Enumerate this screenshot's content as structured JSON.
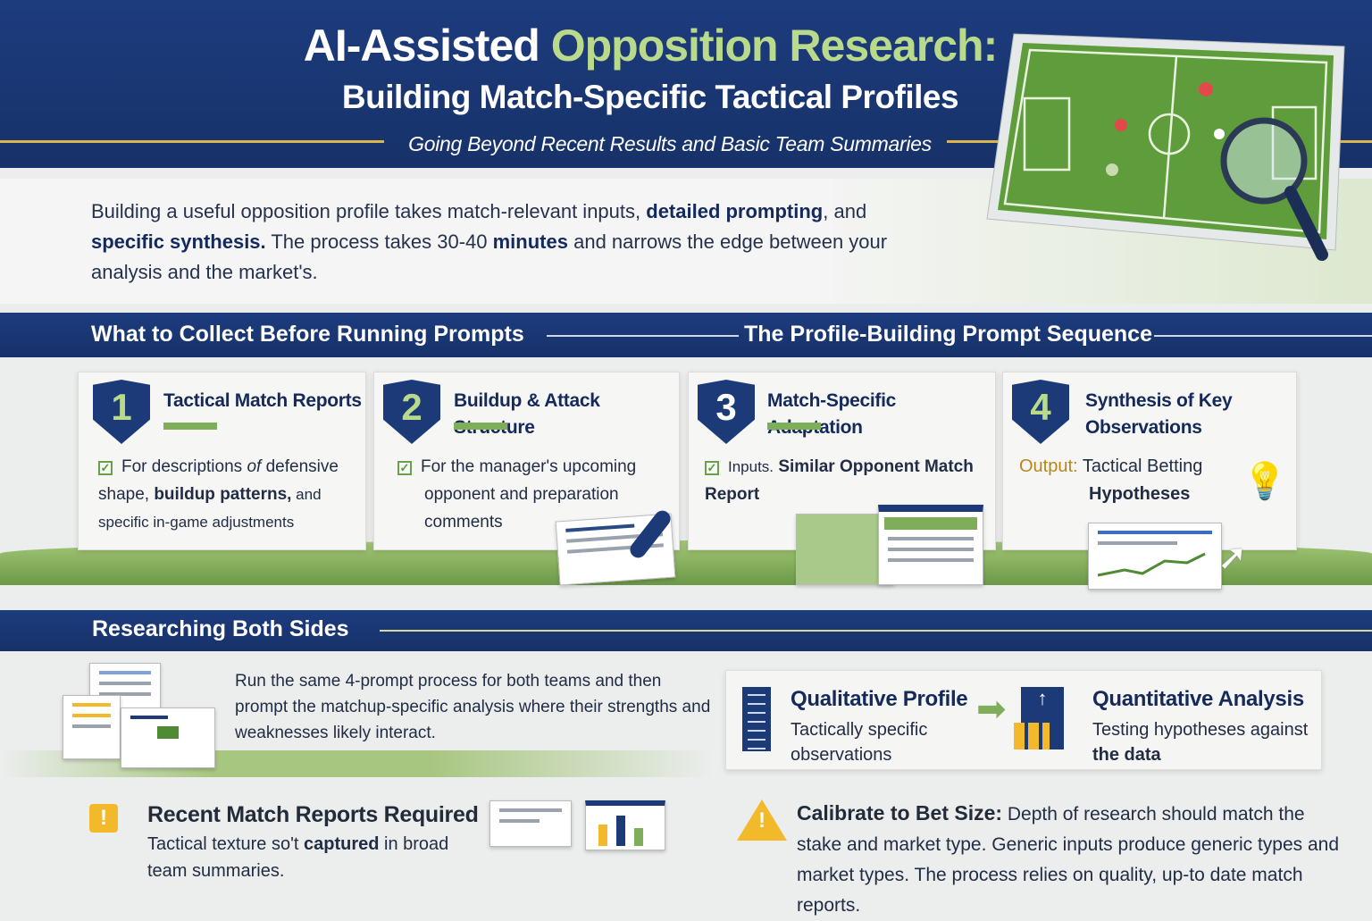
{
  "header": {
    "title_part1": "AI-Assisted",
    "title_part2": "Opposition Research:",
    "subtitle": "Building Match-Specific Tactical Profiles",
    "tagline": "Going Beyond Recent Results and Basic Team Summaries"
  },
  "intro": {
    "t1": "Building a useful opposition profile takes match-relevant inputs, ",
    "b1": "detailed prompting",
    "t2": ", and ",
    "b2": "specific synthesis.",
    "t3": " The process takes 30-40 ",
    "b3": "minutes",
    "t4": " and narrows the edge between your analysis and the market's."
  },
  "sections": {
    "collect": "What to Collect Before Running Prompts",
    "sequence": "The Profile-Building Prompt Sequence",
    "both": "Researching Both Sides"
  },
  "cards": [
    {
      "num": "1",
      "title": "Tactical Match Reports",
      "text_a": "For descriptions ",
      "text_i": "of",
      "text_b": " defensive shape, ",
      "text_bold": "buildup patterns,",
      "text_c": " and specific in-game adjustments"
    },
    {
      "num": "2",
      "title": "Buildup & Attack Structure",
      "text": "For the manager's upcoming opponent and preparation comments"
    },
    {
      "num": "3",
      "title": "Match-Specific Adaptation",
      "label": "Inputs.",
      "text_bold": "Similar Opponent Match Report"
    },
    {
      "num": "4",
      "title": "Synthesis of Key Observations",
      "output_label": "Output:",
      "output_a": "Tactical Betting",
      "output_b": "Hypotheses"
    }
  ],
  "both": {
    "text": "Run the same 4-prompt process for both teams and then prompt the matchup-specific analysis where their strengths and weaknesses likely interact."
  },
  "flow": {
    "qual_title": "Qualitative Profile",
    "qual_text": "Tactically specific observations",
    "quant_title": "Quantitative Analysis",
    "quant_text_a": "Testing hypotheses against",
    "quant_text_b": "the data"
  },
  "warnings": {
    "w1_title": "Recent Match Reports Required",
    "w1_a": "Tactical texture so't ",
    "w1_bold": "captured",
    "w1_b": " in broad team summaries.",
    "w2_title": "Calibrate to Bet Size:",
    "w2_text": " Depth of research should match the stake and market type. Generic inputs produce generic types and market types.  The process relies on quality, up-to date match reports."
  },
  "colors": {
    "navy": "#1c3a78",
    "accent_green": "#b9d98b",
    "gold": "#d9b64d",
    "output_gold": "#b8871a",
    "warning_yellow": "#f2b92b"
  }
}
